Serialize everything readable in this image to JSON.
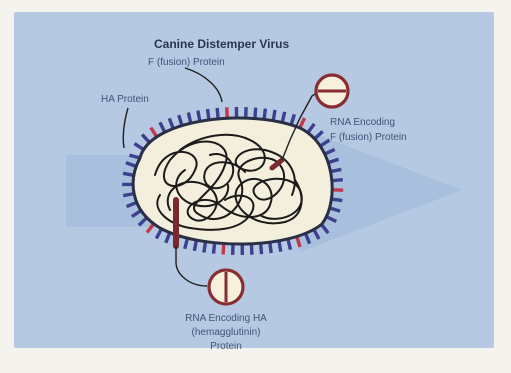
{
  "diagram": {
    "title": "Canine Distemper Virus",
    "labels": {
      "f_protein": "F (fusion) Protein",
      "ha_protein": "HA Protein",
      "rna_f_line1": "RNA Encoding",
      "rna_f_line2": "F (fusion) Protein",
      "rna_ha_line1": "RNA Encoding HA",
      "rna_ha_line2": "(hemagglutinin)",
      "rna_ha_line3": "Protein"
    },
    "colors": {
      "panel_bg": "#b6c9e2",
      "arrow": "#a6bedc",
      "envelope_fill": "#f3efdc",
      "envelope_outline": "#2a2f46",
      "ha_spike": "#3d3f8f",
      "f_spike": "#c0394a",
      "rna_strand": "#1c1a1a",
      "encoding_segment": "#7a2a2f",
      "rna_circle": "#8a2d32"
    }
  }
}
